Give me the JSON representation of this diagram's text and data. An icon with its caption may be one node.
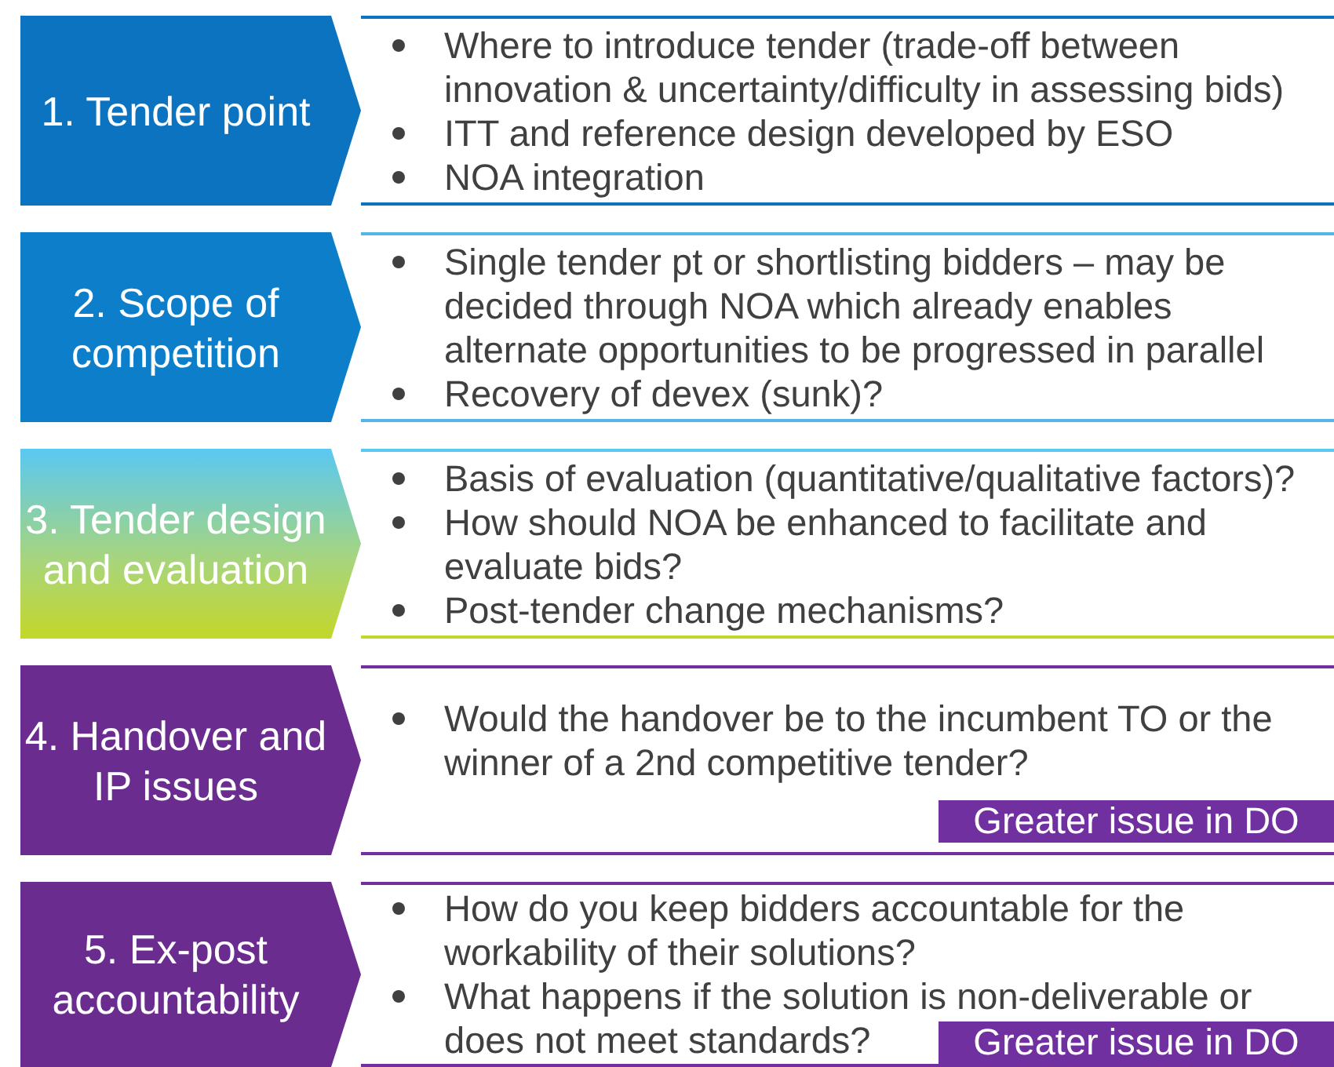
{
  "diagram": {
    "nodes": [
      {
        "text": [
          "1. Tender point"
        ]
      },
      {
        "text": [
          "Where to introduce tender (trade-off between innovation & uncertainty/difficulty in assessing bids)",
          "ITT and reference design developed by ESO",
          "NOA integration"
        ]
      },
      {
        "text": [
          "2. Scope of competition"
        ]
      },
      {
        "text": [
          "Single tender pt or shortlisting bidders – may be decided through NOA which already enables alternate opportunities to be progressed in parallel",
          "Recovery of devex (sunk)?"
        ]
      },
      {
        "text": [
          "3. Tender design and evaluation"
        ]
      },
      {
        "text": [
          "Basis of evaluation (quantitative/qualitative factors)?",
          "How should NOA be enhanced to facilitate and evaluate bids?",
          "Post-tender change mechanisms?"
        ]
      },
      {
        "text": [
          "4. Handover and IP issues"
        ]
      },
      {
        "text": [
          "Would the handover be to the incumbent TO or the winner of a 2nd competitive tender?"
        ]
      },
      {
        "text": [
          "Greater issue in DO"
        ],
        "in": 7
      },
      {
        "text": [
          "5.  Ex-post accountability"
        ]
      },
      {
        "text": [
          "How do you keep bidders accountable for the workability of their solutions?",
          "What happens if the solution is non-deliverable or does not meet standards?"
        ]
      },
      {
        "text": [
          "Greater issue in DO"
        ],
        "in": 10
      }
    ]
  }
}
